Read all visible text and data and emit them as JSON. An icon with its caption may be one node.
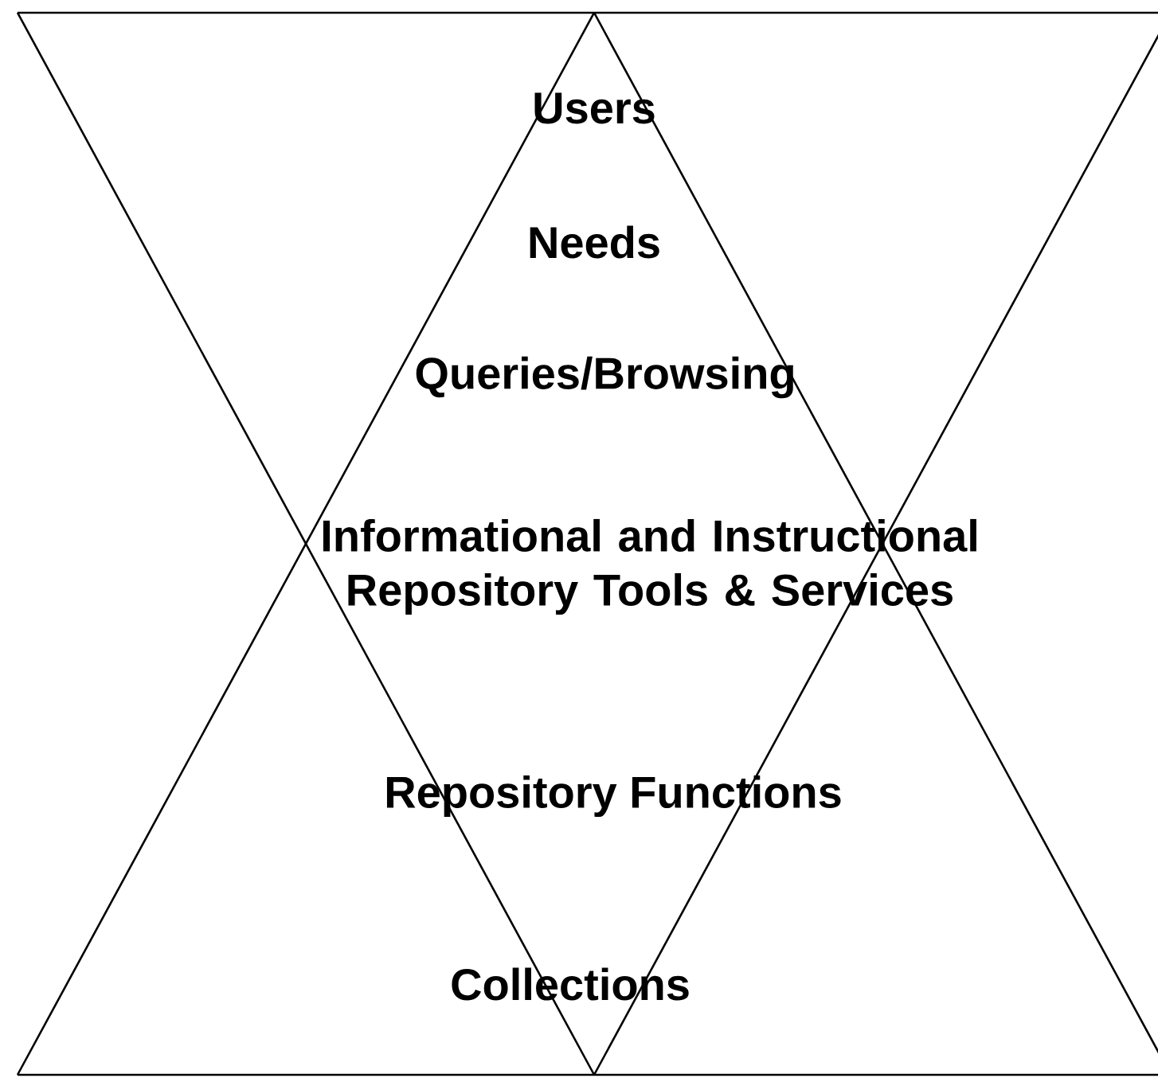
{
  "diagram": {
    "labels": [
      "Users",
      "Needs",
      "Queries/Browsing",
      "Informational and Instructional Repository Tools & Services",
      "Repository Functions",
      "Collections"
    ]
  }
}
